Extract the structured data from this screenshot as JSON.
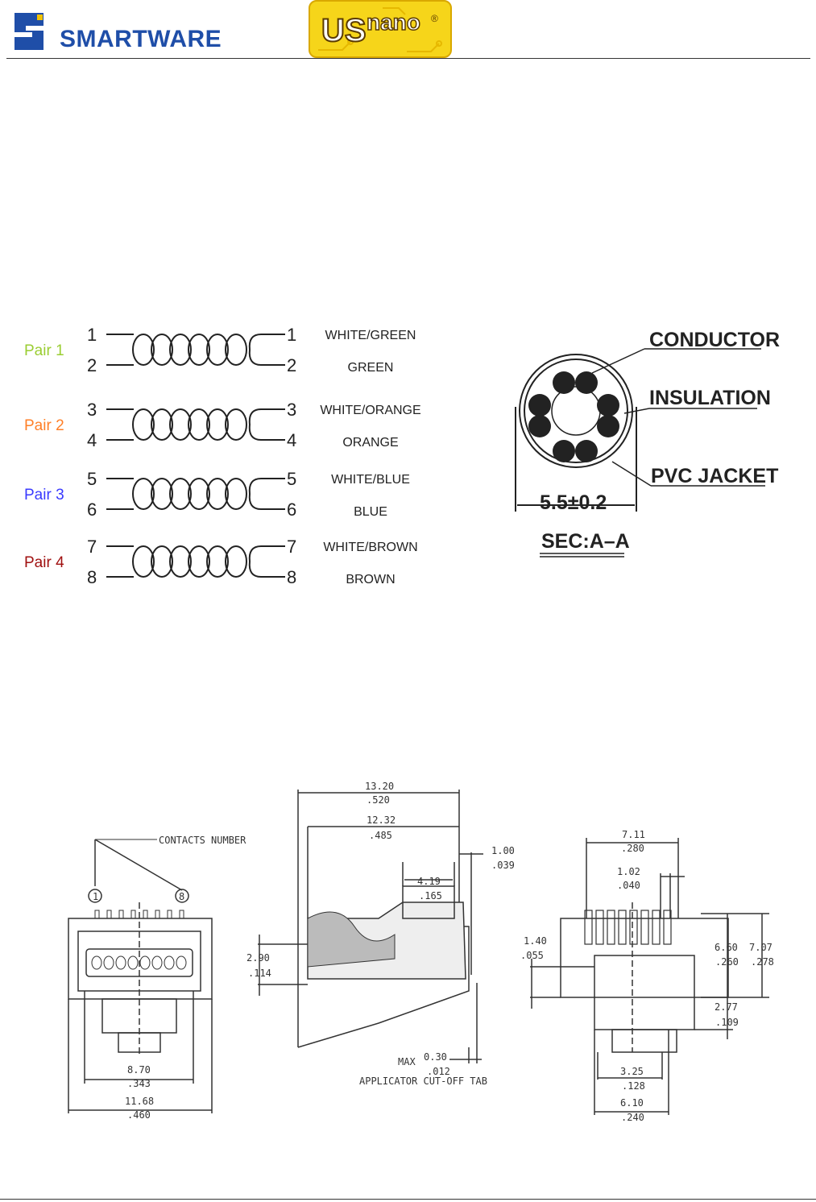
{
  "header": {
    "logo_left_text": "SMARTWARE",
    "logo_right_us": "US",
    "logo_right_nano": "nano",
    "logo_right_reg": "®"
  },
  "wiring": {
    "pairs": [
      {
        "label": "Pair 1",
        "color": "#9acd32",
        "pins": [
          "1",
          "2"
        ],
        "wires": [
          "WHITE/GREEN",
          "GREEN"
        ]
      },
      {
        "label": "Pair 2",
        "color": "#ff7f27",
        "pins": [
          "3",
          "4"
        ],
        "wires": [
          "WHITE/ORANGE",
          "ORANGE"
        ]
      },
      {
        "label": "Pair 3",
        "color": "#3a3aff",
        "pins": [
          "5",
          "6"
        ],
        "wires": [
          "WHITE/BLUE",
          "BLUE"
        ]
      },
      {
        "label": "Pair 4",
        "color": "#a01010",
        "pins": [
          "7",
          "8"
        ],
        "wires": [
          "WHITE/BROWN",
          "BROWN"
        ]
      }
    ]
  },
  "cross_section": {
    "conductor": "CONDUCTOR",
    "insulation": "INSULATION",
    "jacket": "PVC  JACKET",
    "diameter": "5.5±0.2",
    "section": "SEC:A–A"
  },
  "connector": {
    "contacts_number": "CONTACTS  NUMBER",
    "contact_first": "1",
    "contact_last": "8",
    "front_width_mm": "8.70",
    "front_width_in": ".343",
    "front_total_mm": "11.68",
    "front_total_in": ".460",
    "side_len_mm": "13.20",
    "side_len_in": ".520",
    "side_len2_mm": "12.32",
    "side_len2_in": ".485",
    "side_tip_mm": "1.00",
    "side_tip_in": ".039",
    "side_contact_mm": "4.19",
    "side_contact_in": ".165",
    "side_height_mm": "2.90",
    "side_height_in": ".114",
    "max_label": "MAX",
    "max_mm": "0.30",
    "max_in": ".012",
    "applicator": "APPLICATOR  CUT-OFF  TAB",
    "rear_width_mm": "7.11",
    "rear_width_in": ".280",
    "rear_pitch_mm": "1.02",
    "rear_pitch_in": ".040",
    "rear_left_mm": "1.40",
    "rear_left_in": ".055",
    "rear_h1_mm": "6.60",
    "rear_h1_in": ".260",
    "rear_h2_mm": "7.07",
    "rear_h2_in": ".278",
    "rear_h3_mm": "2.77",
    "rear_h3_in": ".109",
    "rear_tab_mm": "3.25",
    "rear_tab_in": ".128",
    "rear_body_mm": "6.10",
    "rear_body_in": ".240"
  }
}
